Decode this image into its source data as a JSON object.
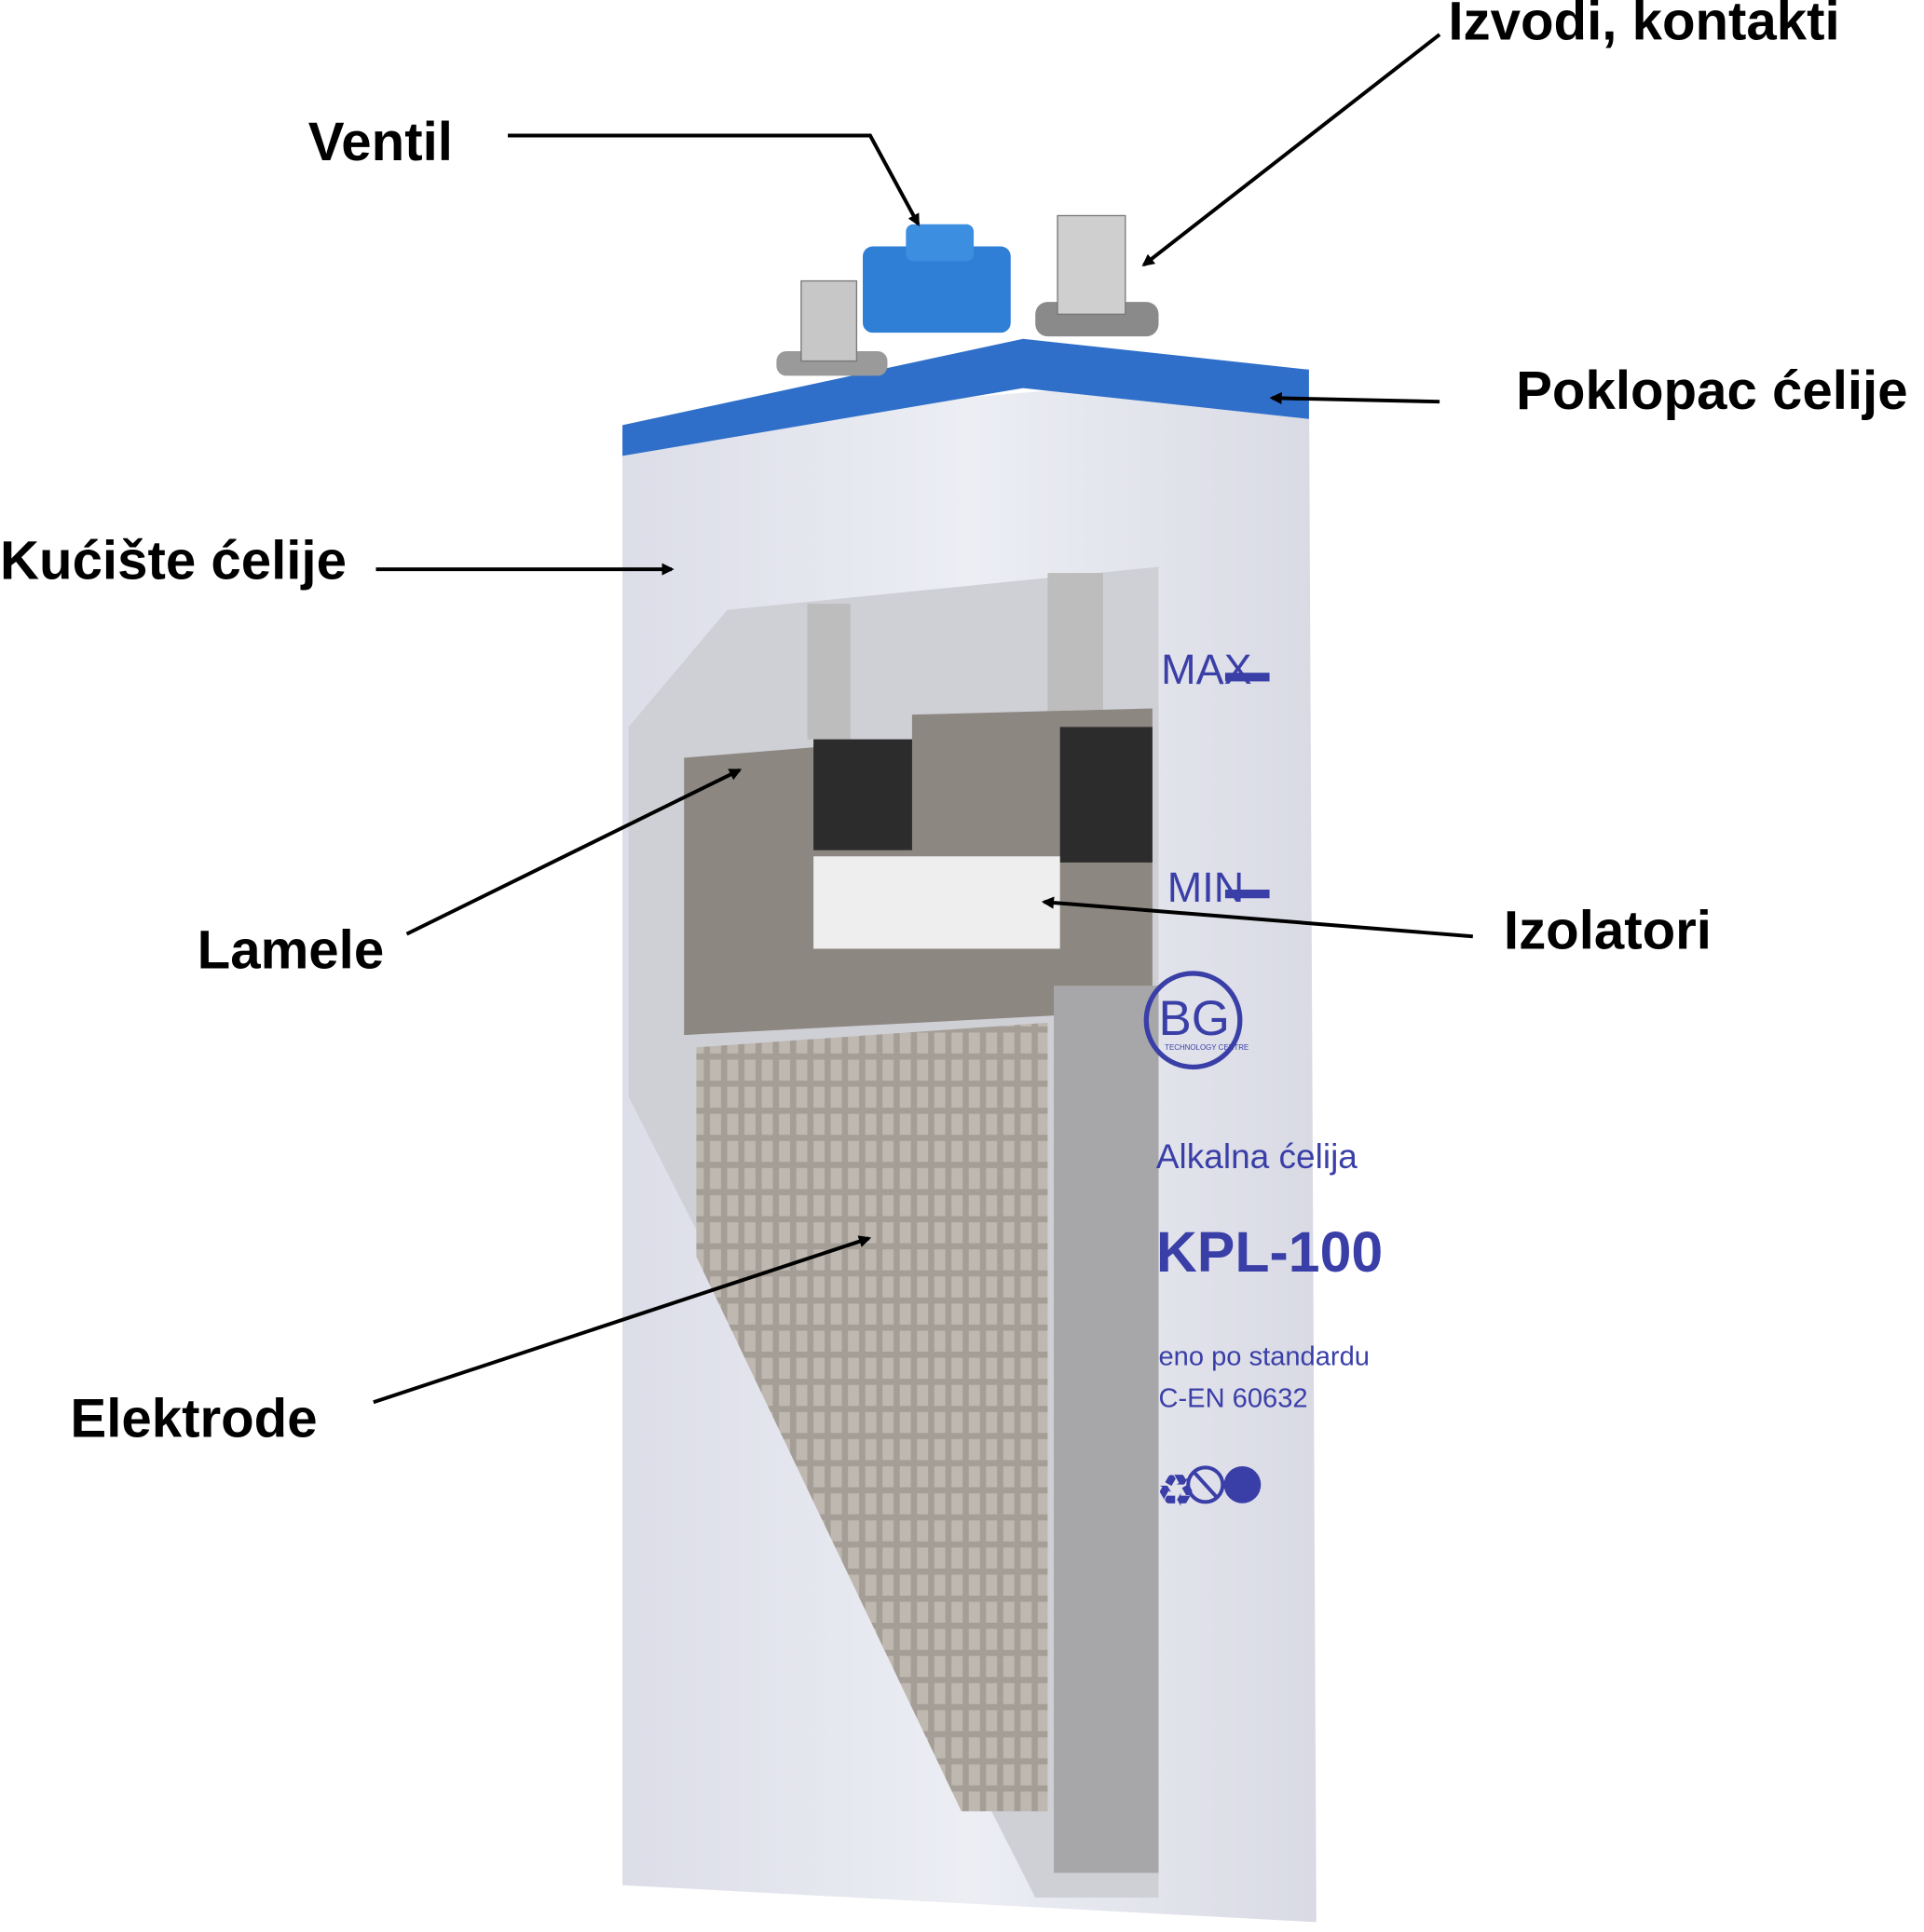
{
  "labels": {
    "ventil": "Ventil",
    "izvodi": "Izvodi, kontakti",
    "poklopac": "Poklopac ćelije",
    "kuciste": "Kućište ćelije",
    "lamele": "Lamele",
    "izolatori": "Izolatori",
    "elektrode": "Elektrode"
  },
  "cell_print": {
    "max": "MAX",
    "min": "MIN",
    "logo": "BG",
    "logo_sub": "TECHNOLOGY CENTRE",
    "type": "Alkalna ćelija",
    "model": "KPL-100",
    "standard_line1": "eno po standardu",
    "standard_line2": "C-EN 60632"
  },
  "colors": {
    "lid": "#2f6fc9",
    "print": "#3a3fa8",
    "case": "#e4e5ee"
  }
}
